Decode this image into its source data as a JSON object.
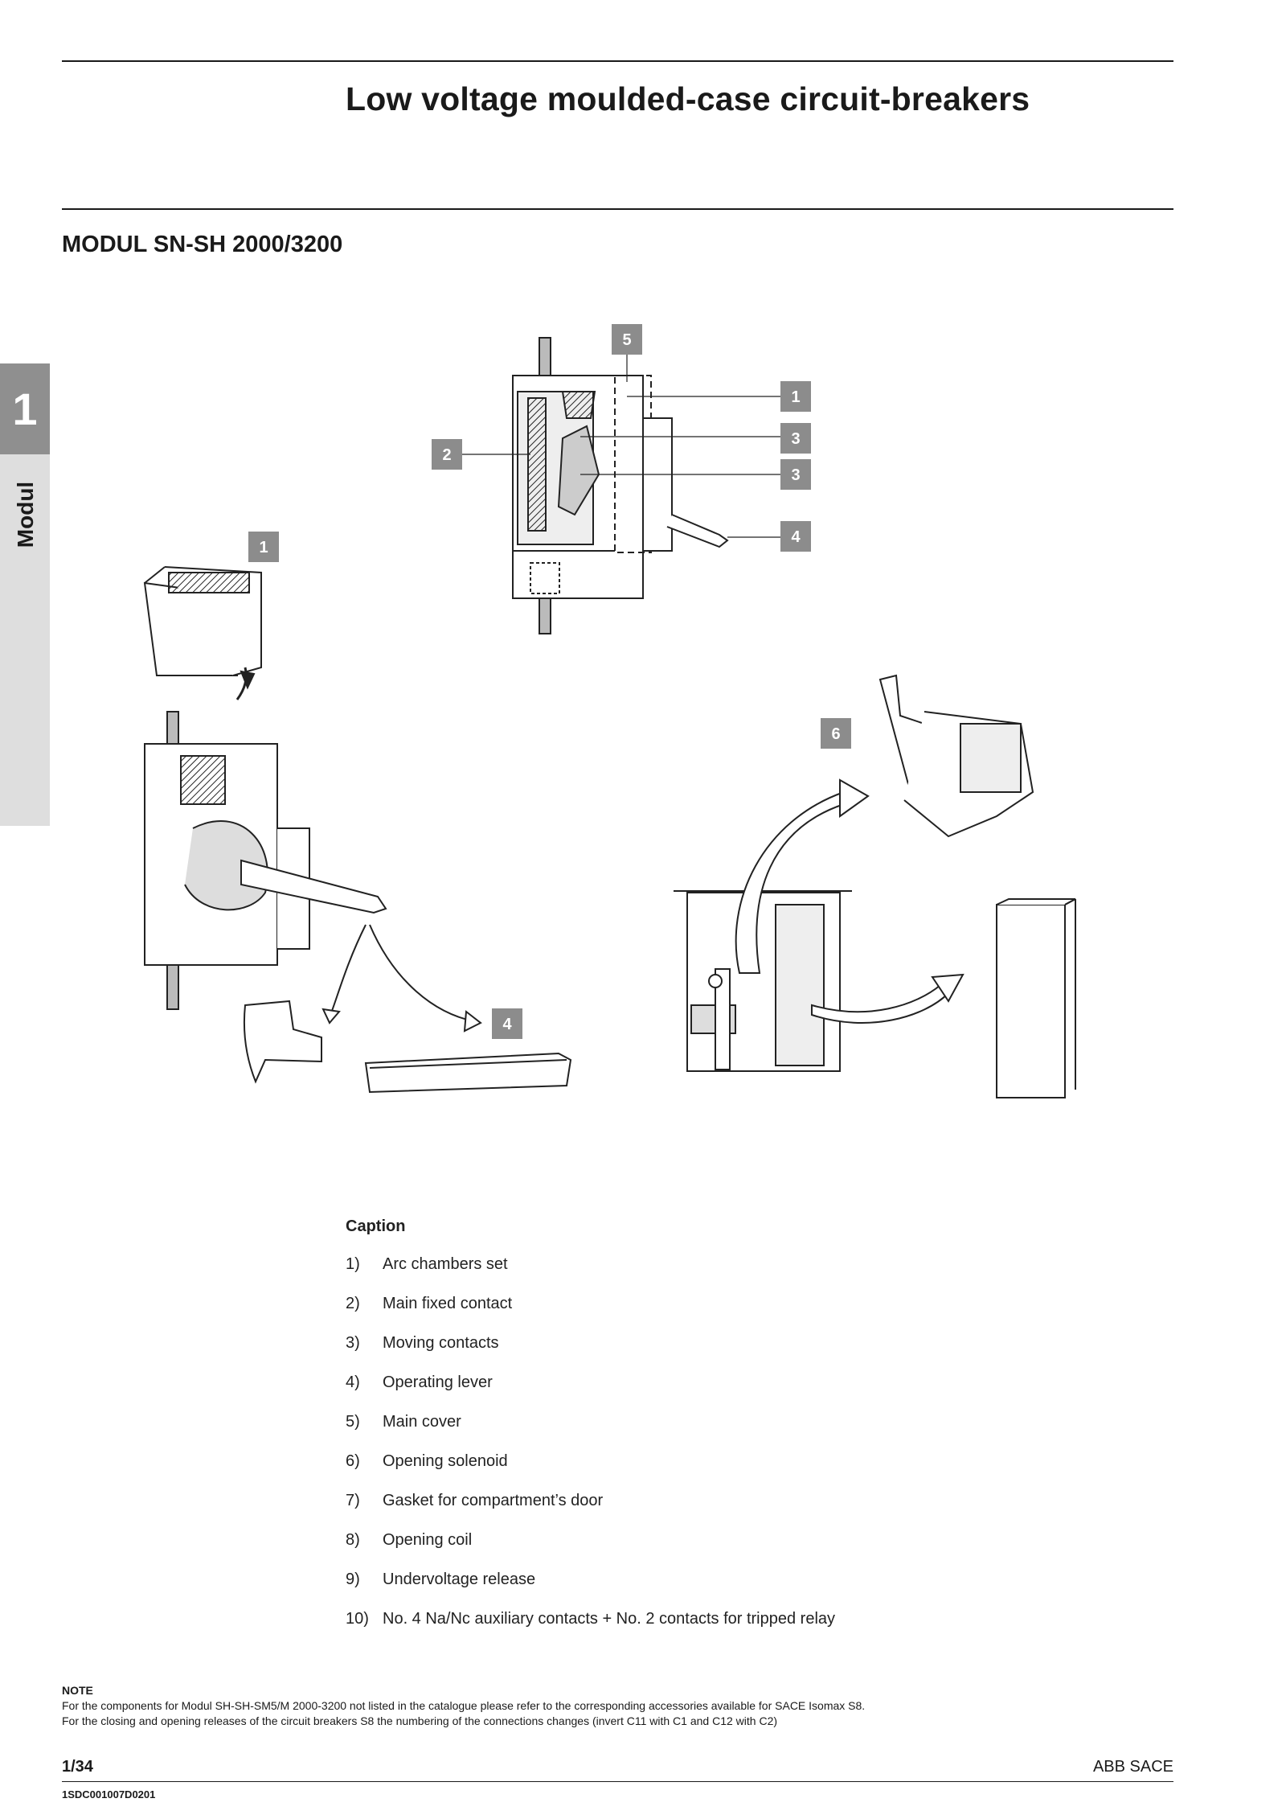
{
  "header": {
    "title": "Low voltage moulded-case circuit-breakers"
  },
  "section": {
    "title": "MODUL SN-SH 2000/3200"
  },
  "side_tab": {
    "number": "1",
    "label": "Modul"
  },
  "figure": {
    "callouts": [
      "5",
      "1",
      "3",
      "3",
      "4",
      "2",
      "1",
      "6",
      "4"
    ]
  },
  "caption": {
    "title": "Caption",
    "items": [
      {
        "num": "1)",
        "text": "Arc chambers set"
      },
      {
        "num": "2)",
        "text": "Main fixed contact"
      },
      {
        "num": "3)",
        "text": "Moving contacts"
      },
      {
        "num": "4)",
        "text": "Operating lever"
      },
      {
        "num": "5)",
        "text": "Main cover"
      },
      {
        "num": "6)",
        "text": "Opening solenoid"
      },
      {
        "num": "7)",
        "text": "Gasket for compartment’s door"
      },
      {
        "num": "8)",
        "text": "Opening coil"
      },
      {
        "num": "9)",
        "text": "Undervoltage release"
      },
      {
        "num": "10)",
        "text": "No. 4 Na/Nc auxiliary contacts + No. 2 contacts for tripped relay"
      }
    ]
  },
  "note": {
    "title": "NOTE",
    "lines": [
      "For the components for Modul SH-SH-SM5/M 2000-3200 not listed in the catalogue please refer to the corresponding accessories available for SACE Isomax S8.",
      "For the closing and opening releases of the circuit breakers S8 the numbering of the connections changes (invert C11 with C1 and C12 with C2)"
    ]
  },
  "footer": {
    "page": "1/34",
    "brand": "ABB SACE",
    "code": "1SDC001007D0201"
  }
}
